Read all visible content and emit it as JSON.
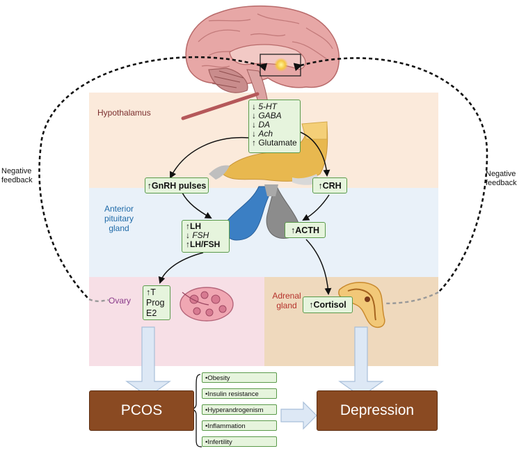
{
  "colors": {
    "hypothalamus_band": "#fbeadb",
    "pituitary_band": "#e9f1f9",
    "ovary_band": "#f7dfe6",
    "adrenal_band": "#efd9bd",
    "box_fill": "#e6f4dd",
    "box_border": "#5a9a4a",
    "outcome_fill": "#8a4a22",
    "hypothalamus_label": "#7a2e2e",
    "pituitary_label": "#1f6aa8",
    "ovary_label": "#8a3a8a",
    "adrenal_label": "#b5312b"
  },
  "labels": {
    "hypothalamus": "Hypothalamus",
    "pituitary": [
      "Anterior",
      "pituitary",
      "gland"
    ],
    "ovary": "Ovary",
    "adrenal": [
      "Adrenal",
      "gland"
    ],
    "feedback_left": [
      "Negative",
      "feedback"
    ],
    "feedback_right": [
      "Negative",
      "feedback"
    ]
  },
  "neurotransmitters": [
    {
      "arrow": "↓",
      "text": "5-HT",
      "italic": true
    },
    {
      "arrow": "↓",
      "text": "GABA",
      "italic": true
    },
    {
      "arrow": "↓",
      "text": "DA",
      "italic": true
    },
    {
      "arrow": "↓",
      "text": "Ach",
      "italic": true
    },
    {
      "arrow": "↑",
      "text": "Glutamate",
      "italic": false
    }
  ],
  "gnrh": {
    "arrow": "↑",
    "text": "GnRH pulses"
  },
  "crh": {
    "arrow": "↑",
    "text": "CRH"
  },
  "lh_box": [
    {
      "arrow": "↑",
      "text": "LH",
      "italic": false
    },
    {
      "arrow": "↓",
      "text": "FSH",
      "italic": true
    },
    {
      "arrow": "↑",
      "text": "LH/FSH",
      "italic": false
    }
  ],
  "acth": {
    "arrow": "↑",
    "text": "ACTH"
  },
  "ovary_box": [
    {
      "arrow": "↑",
      "text": "T"
    },
    {
      "arrow": "",
      "text": "Prog"
    },
    {
      "arrow": "",
      "text": "E2"
    }
  ],
  "cortisol": {
    "arrow": "↑",
    "text": "Cortisol"
  },
  "outcomes": {
    "pcos": "PCOS",
    "depression": "Depression"
  },
  "factors": [
    "•Obesity",
    "•Insulin resistance",
    "•Hyperandrogenism",
    "•Inflammation",
    "•Infertility"
  ]
}
